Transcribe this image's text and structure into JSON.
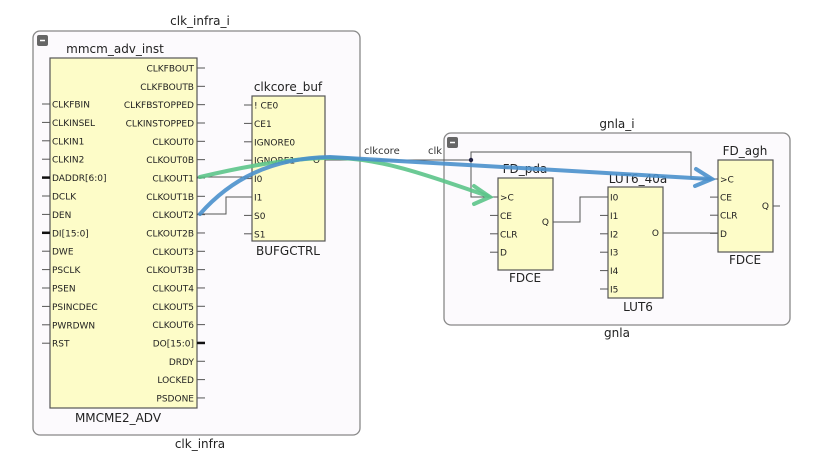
{
  "colors": {
    "highlight_green": "#5cc48a",
    "highlight_blue": "#4a90cc",
    "cell_fill": "#fdfcc8",
    "hier_fill": "#fcfafd"
  },
  "clk_infra": {
    "instance": "clk_infra_i",
    "module": "clk_infra",
    "collapse_icon": "minus-icon",
    "mmcm": {
      "instance": "mmcm_adv_inst",
      "type": "MMCME2_ADV",
      "inputs": [
        "CLKFBIN",
        "CLKINSEL",
        "CLKIN1",
        "CLKIN2",
        "DADDR[6:0]",
        "DCLK",
        "DEN",
        "DI[15:0]",
        "DWE",
        "PSCLK",
        "PSEN",
        "PSINCDEC",
        "PWRDWN",
        "RST"
      ],
      "outputs": [
        "CLKFBOUT",
        "CLKFBOUTB",
        "CLKFBSTOPPED",
        "CLKINSTOPPED",
        "CLKOUT0",
        "CLKOUT0B",
        "CLKOUT1",
        "CLKOUT1B",
        "CLKOUT2",
        "CLKOUT2B",
        "CLKOUT3",
        "CLKOUT3B",
        "CLKOUT4",
        "CLKOUT5",
        "CLKOUT6",
        "DO[15:0]",
        "DRDY",
        "LOCKED",
        "PSDONE"
      ]
    },
    "buf": {
      "instance": "clkcore_buf",
      "type": "BUFGCTRL",
      "inputs": [
        "! CE0",
        "CE1",
        "IGNORE0",
        "IGNORE1",
        "I0",
        "I1",
        "S0",
        "S1"
      ],
      "outputs": [
        "O"
      ]
    }
  },
  "nets": {
    "clkcore": "clkcore",
    "clk": "clk"
  },
  "gnla": {
    "instance": "gnla_i",
    "module": "gnla",
    "collapse_icon": "minus-icon",
    "fd_pda": {
      "instance": "FD_pda",
      "type": "FDCE",
      "inputs": [
        ">C",
        "CE",
        "CLR",
        "D"
      ],
      "outputs": [
        "Q"
      ]
    },
    "lut": {
      "instance": "LUT6_40a",
      "type": "LUT6",
      "inputs": [
        "I0",
        "I1",
        "I2",
        "I3",
        "I4",
        "I5"
      ],
      "outputs": [
        "O"
      ]
    },
    "fd_agh": {
      "instance": "FD_agh",
      "type": "FDCE",
      "inputs": [
        ">C",
        "CE",
        "CLR",
        "D"
      ],
      "outputs": [
        "Q"
      ]
    }
  }
}
